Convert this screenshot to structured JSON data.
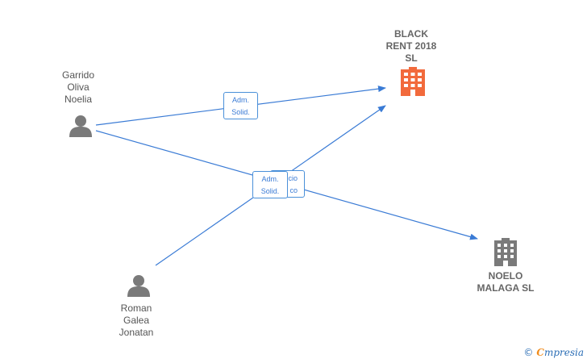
{
  "nodes": {
    "company_black": {
      "label": "BLACK\nRENT 2018\nSL",
      "kind": "company",
      "color": "#f26a3c"
    },
    "company_noelo": {
      "label": "NOELO\nMALAGA  SL",
      "kind": "company",
      "color": "#7a7a7a"
    },
    "person_garrido": {
      "label": "Garrido\nOliva\nNoelia",
      "kind": "person",
      "color": "#7a7a7a"
    },
    "person_roman": {
      "label": "Roman\nGalea\nJonatan",
      "kind": "person",
      "color": "#7a7a7a"
    }
  },
  "edges": {
    "e1": {
      "label": "Adm.\nSolid."
    },
    "e2": {
      "label": "cio\nco"
    },
    "e3": {
      "label": "Adm.\nSolid."
    }
  },
  "colors": {
    "edge": "#3a7bd5"
  },
  "brand": {
    "copyright": "©",
    "e_letter": "C",
    "name": "mpresia"
  }
}
